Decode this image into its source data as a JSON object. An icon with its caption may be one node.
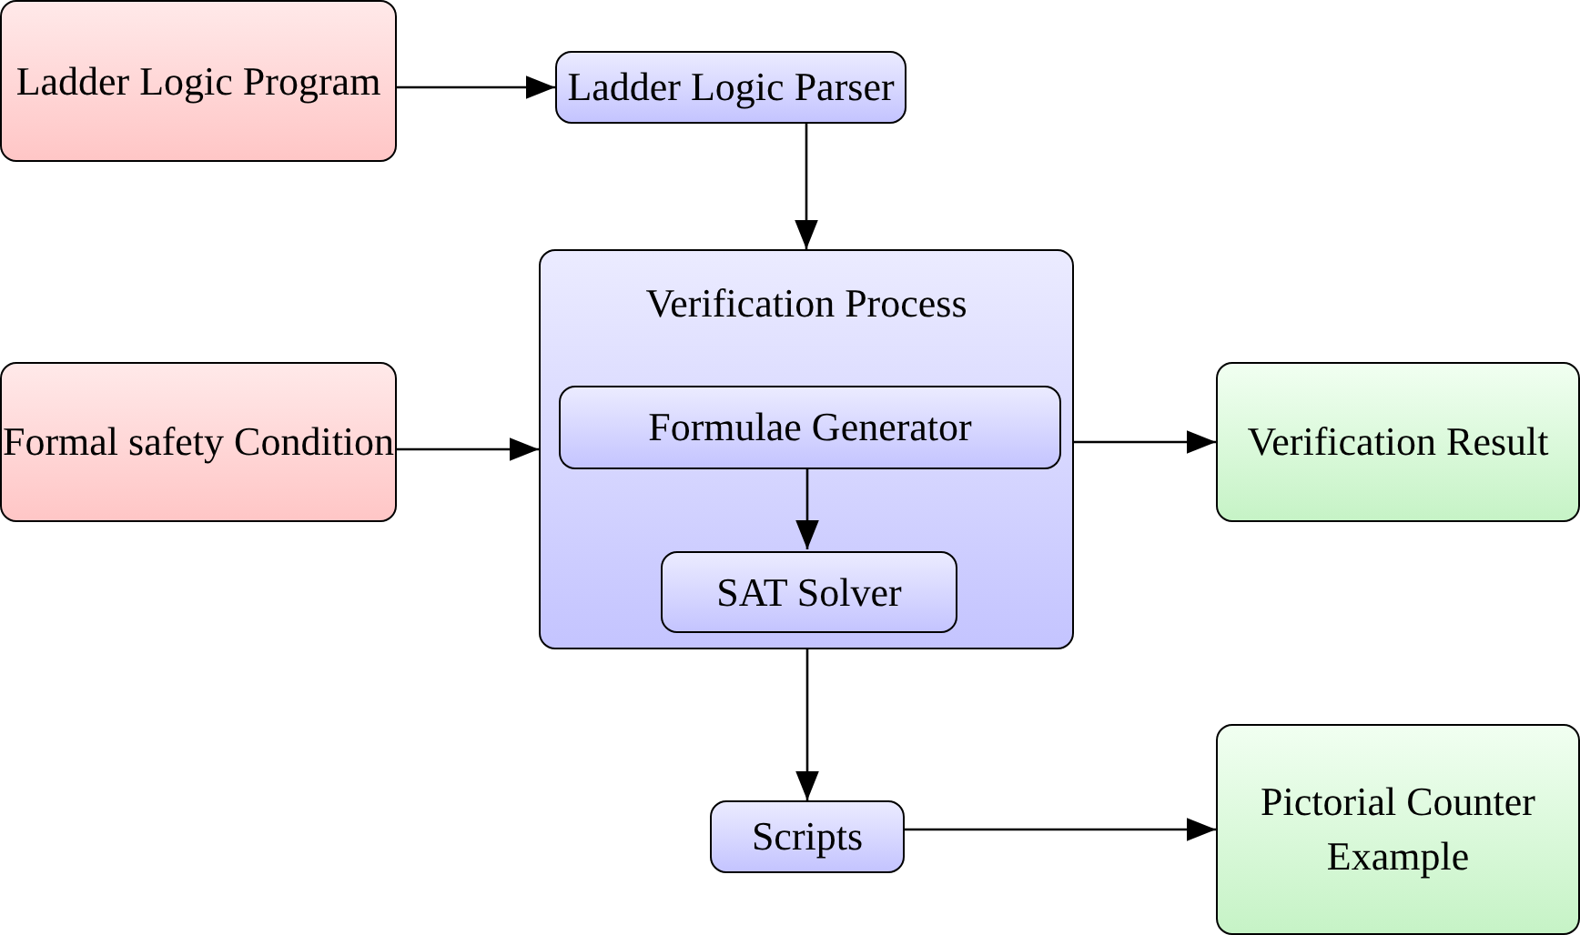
{
  "diagram": {
    "nodes": [
      {
        "text": [
          "Ladder Logic Program"
        ]
      },
      {
        "text": [
          "Ladder Logic Parser"
        ]
      },
      {
        "text": [
          "Verification Process"
        ]
      },
      {
        "text": [
          "Formulae Generator"
        ],
        "in": 2
      },
      {
        "text": [
          "SAT Solver"
        ],
        "in": 2
      },
      {
        "text": [
          "Formal safety Condition"
        ]
      },
      {
        "text": [
          "Verification Result"
        ]
      },
      {
        "text": [
          "Scripts"
        ]
      },
      {
        "text": [
          "Pictorial Counter Example"
        ]
      }
    ],
    "edges": [
      {
        "from": 0,
        "to": 1,
        "arrow": "to"
      },
      {
        "from": 1,
        "to": 2,
        "arrow": "to"
      },
      {
        "from": 5,
        "to": 2,
        "arrow": "to"
      },
      {
        "from": 3,
        "to": 4,
        "arrow": "to"
      },
      {
        "from": 2,
        "to": 6,
        "arrow": "to"
      },
      {
        "from": 2,
        "to": 7,
        "arrow": "to"
      },
      {
        "from": 7,
        "to": 8,
        "arrow": "to"
      }
    ]
  }
}
